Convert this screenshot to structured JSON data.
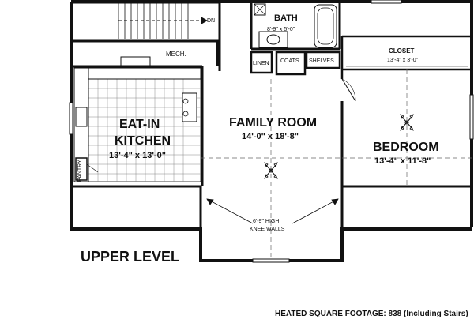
{
  "rooms": {
    "bath": {
      "name": "BATH",
      "dims": "8'-9\" x 5'-0\""
    },
    "closet": {
      "name": "CLOSET",
      "dims": "13'-4\" x 3'-0\""
    },
    "mech": {
      "name": "MECH."
    },
    "linen": {
      "name": "LINEN"
    },
    "coats": {
      "name": "COATS"
    },
    "shelves": {
      "name": "SHELVES"
    },
    "kitchen": {
      "name_line1": "EAT-IN",
      "name_line2": "KITCHEN",
      "dims": "13'-4\" x 13'-0\""
    },
    "family": {
      "name": "FAMILY ROOM",
      "dims": "14'-0\" x 18'-8\""
    },
    "bedroom": {
      "name": "BEDROOM",
      "dims": "13'-4\" x 11'-8\""
    },
    "pantry": {
      "name": "PANTRY"
    }
  },
  "labels": {
    "stair_dn": "DN",
    "knee_line1": "6'-9\" HIGH",
    "knee_line2": "KNEE WALLS",
    "level": "UPPER LEVEL",
    "footage": "HEATED SQUARE FOOTAGE: 838 (Including Stairs)"
  }
}
